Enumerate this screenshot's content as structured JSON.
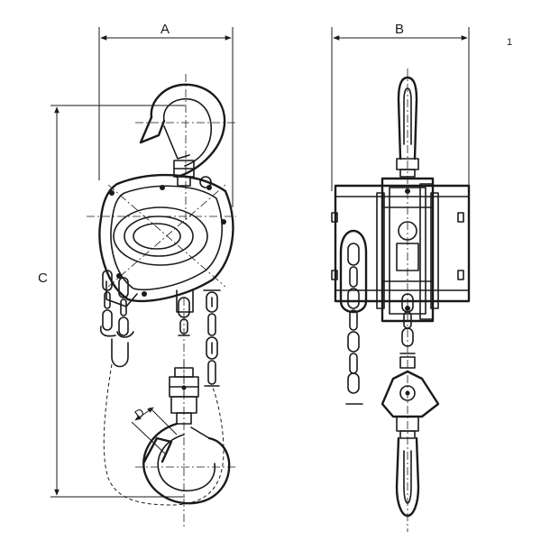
{
  "dimensions": {
    "a_label": "A",
    "b_label": "B",
    "c_label": "C",
    "d_label": "D"
  },
  "corner_mark": "1"
}
